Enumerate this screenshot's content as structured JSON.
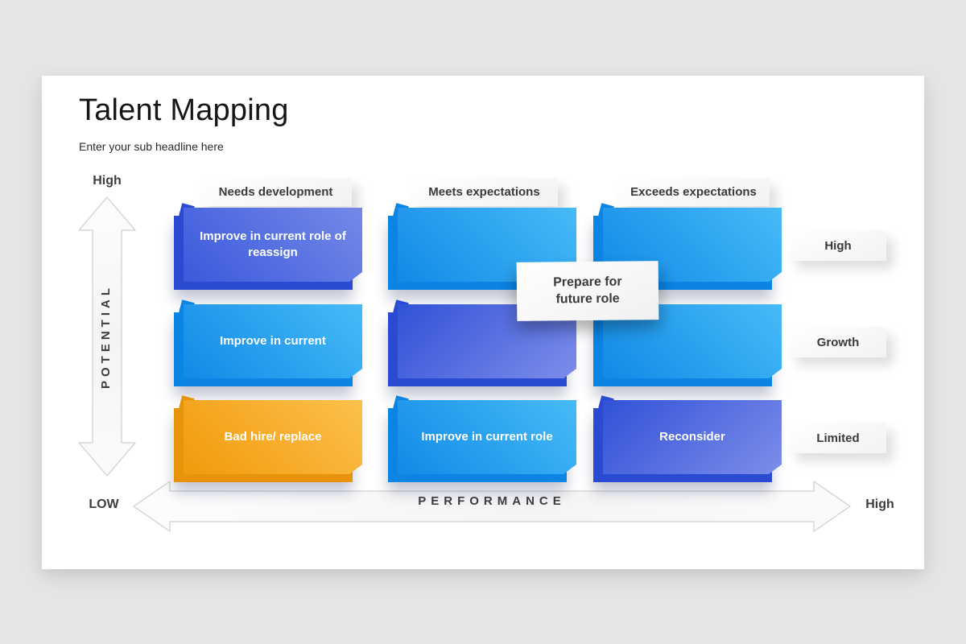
{
  "background_color": "#e5e5e5",
  "slide": {
    "title": "Talent Mapping",
    "subtitle": "Enter your sub headline here"
  },
  "column_headers": [
    "Needs development",
    "Meets expectations",
    "Exceeds expectations"
  ],
  "row_labels": [
    "High",
    "Growth",
    "Limited"
  ],
  "matrix": {
    "rows": [
      [
        {
          "text": "Improve in current role of reassign",
          "color": "blue"
        },
        {
          "text": "",
          "color": "cyan"
        },
        {
          "text": "",
          "color": "cyan"
        }
      ],
      [
        {
          "text": "Improve in current",
          "color": "cyan"
        },
        {
          "text": "",
          "color": "blue"
        },
        {
          "text": "",
          "color": "cyan"
        }
      ],
      [
        {
          "text": "Bad hire/ replace",
          "color": "orange"
        },
        {
          "text": "Improve in current role",
          "color": "cyan"
        },
        {
          "text": "Reconsider",
          "color": "blue"
        }
      ]
    ]
  },
  "overlay_card": {
    "text": "Prepare for future role"
  },
  "y_axis": {
    "label": "POTENTIAL",
    "top_label": "High"
  },
  "x_axis": {
    "label": "PERFORMANCE",
    "left_label": "LOW",
    "right_label": "High"
  },
  "colors": {
    "blue_face_dark": "#3152d7",
    "blue_face_light": "#7d8dea",
    "blue_back": "#2a4ad2",
    "cyan_face_dark": "#118ae6",
    "cyan_face_light": "#47bbf8",
    "cyan_back": "#0b84e3",
    "orange_face_dark": "#f19a0c",
    "orange_face_light": "#fcc14c",
    "orange_back": "#e7930b",
    "card_text": "#3a3a3a",
    "cell_text": "#ffffff"
  }
}
